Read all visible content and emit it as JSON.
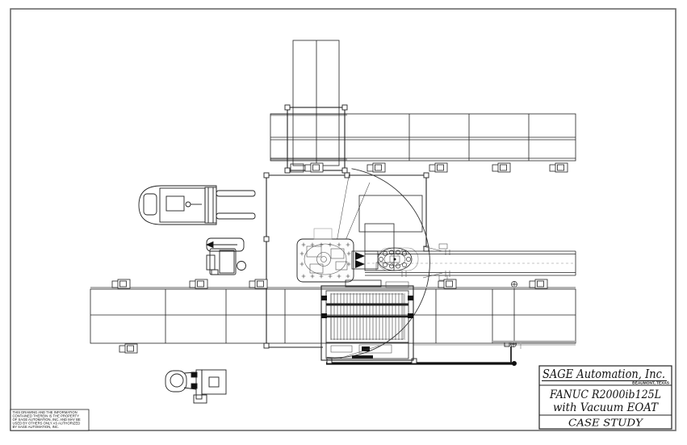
{
  "title_block": {
    "company": "SAGE Automation, Inc.",
    "location": "BEAUMONT, TEXAS",
    "project_line1": "FANUC R2000ib125L",
    "project_line2": "with Vacuum EOAT",
    "drawing_type": "CASE STUDY"
  },
  "disclaimer": {
    "lines": [
      "THIS DRAWING AND THE INFORMATION",
      "CONTAINED THEREIN IS THE PROPERTY",
      "OF SAGE AUTOMATION, INC. AND MAY BE",
      "USED BY OTHERS ONLY AS AUTHORIZED",
      "BY SAGE AUTOMATION, INC."
    ]
  },
  "colors": {
    "line": "#222222",
    "border_gray": "#6b6b6b",
    "accent_gray": "#aaaaaa",
    "background": "#ffffff"
  }
}
